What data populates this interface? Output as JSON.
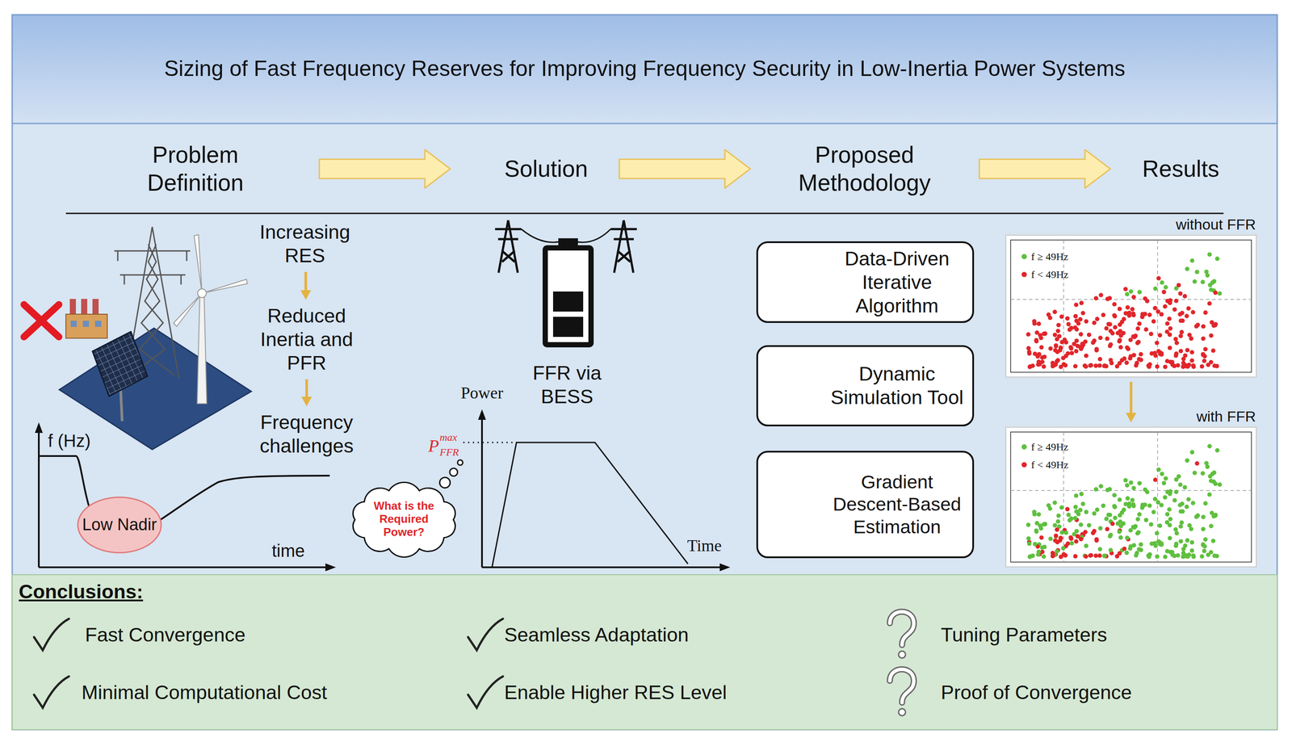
{
  "diagram": {
    "title": "Sizing of Fast Frequency Reserves for Improving Frequency Security in Low-Inertia Power Systems",
    "nodes": [
      {
        "text": [
          "Problem Definition"
        ]
      },
      {
        "text": [
          "Solution"
        ]
      },
      {
        "text": [
          "Proposed Methodology"
        ]
      },
      {
        "text": [
          "Results"
        ]
      },
      {
        "text": [
          "Increasing RES"
        ]
      },
      {
        "text": [
          "Reduced Inertia and PFR"
        ]
      },
      {
        "text": [
          "Frequency challenges"
        ]
      },
      {
        "text": [
          "Low Nadir"
        ]
      },
      {
        "text": [
          "What is the Required Power?"
        ]
      },
      {
        "text": [
          "Data-Driven Iterative Algorithm"
        ]
      },
      {
        "text": [
          "Dynamic Simulation Tool"
        ]
      },
      {
        "text": [
          "Gradient Descent-Based Estimation"
        ]
      },
      {
        "text": [
          "without FFR"
        ]
      },
      {
        "text": [
          "with FFR"
        ]
      }
    ],
    "edges": [
      {
        "from": 0,
        "to": 1,
        "arrow": "to"
      },
      {
        "from": 1,
        "to": 2,
        "arrow": "to"
      },
      {
        "from": 2,
        "to": 3,
        "arrow": "to"
      },
      {
        "from": 4,
        "to": 5,
        "arrow": "to"
      },
      {
        "from": 5,
        "to": 6,
        "arrow": "to"
      },
      {
        "from": 12,
        "to": 13,
        "arrow": "to"
      }
    ],
    "labels": [
      "f (Hz)",
      "time",
      "FFR via BESS",
      "Power",
      "P",
      "max",
      "FFR",
      "Time",
      "Conclusions:",
      "Fast Convergence",
      "Minimal Computational Cost",
      "Seamless Adaptation",
      "Enable Higher RES Level",
      "Tuning Parameters",
      "Proof of Convergence"
    ],
    "legend": [
      {
        "text": "f ≥ 49Hz",
        "color": "#5fbf3f"
      },
      {
        "text": "f < 49Hz",
        "color": "#e0262b"
      },
      {
        "text": "f ≥ 49Hz",
        "color": "#5fbf3f"
      },
      {
        "text": "f < 49Hz",
        "color": "#e0262b"
      }
    ]
  }
}
